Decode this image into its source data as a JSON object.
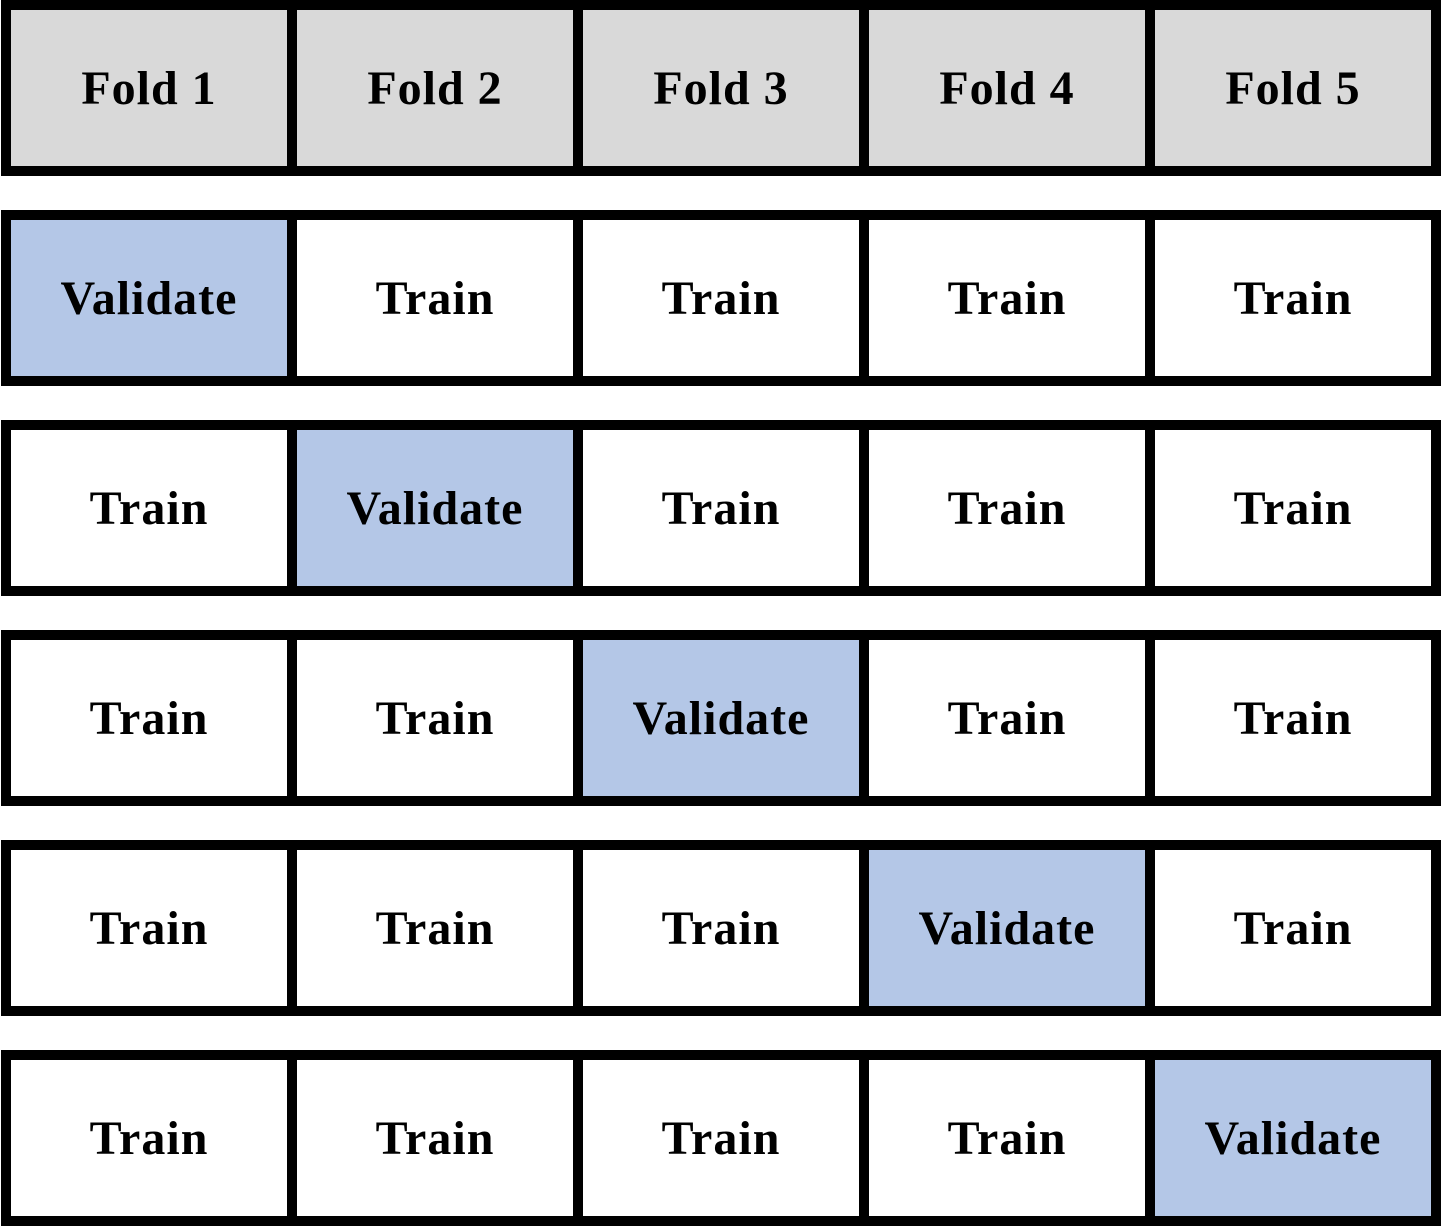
{
  "colors": {
    "header_fill": "#d9d9d9",
    "validate_fill": "#b4c7e7",
    "train_fill": "#ffffff",
    "border": "#000000"
  },
  "header": [
    "Fold 1",
    "Fold 2",
    "Fold 3",
    "Fold 4",
    "Fold 5"
  ],
  "rows": [
    [
      "Validate",
      "Train",
      "Train",
      "Train",
      "Train"
    ],
    [
      "Train",
      "Validate",
      "Train",
      "Train",
      "Train"
    ],
    [
      "Train",
      "Train",
      "Validate",
      "Train",
      "Train"
    ],
    [
      "Train",
      "Train",
      "Train",
      "Validate",
      "Train"
    ],
    [
      "Train",
      "Train",
      "Train",
      "Train",
      "Validate"
    ]
  ]
}
